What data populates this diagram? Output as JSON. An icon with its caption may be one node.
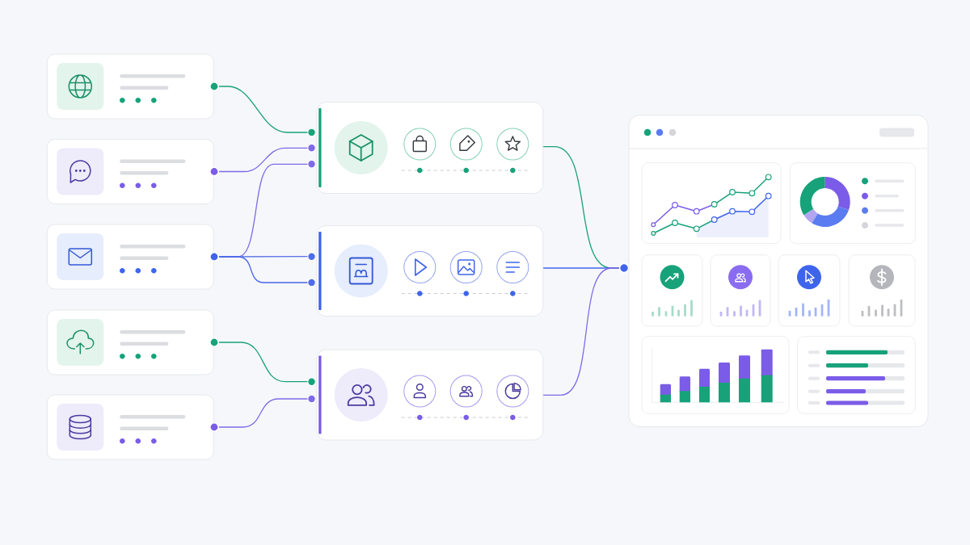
{
  "diagram": {
    "nodes": [
      {
        "text": [],
        "shape": "box"
      },
      {
        "text": [],
        "shape": "box"
      },
      {
        "text": [],
        "shape": "box"
      },
      {
        "text": [],
        "shape": "box"
      },
      {
        "text": [],
        "shape": "box"
      },
      {
        "text": [],
        "shape": "circle"
      },
      {
        "text": [],
        "shape": "circle"
      },
      {
        "text": [],
        "shape": "circle"
      },
      {
        "text": [],
        "shape": "circle"
      },
      {
        "text": [],
        "shape": "circle"
      },
      {
        "text": [],
        "shape": "circle"
      },
      {
        "text": [],
        "shape": "circle"
      },
      {
        "text": [],
        "shape": "circle"
      },
      {
        "text": [],
        "shape": "circle"
      },
      {
        "text": [],
        "shape": "circle"
      },
      {
        "text": [],
        "shape": "circle"
      },
      {
        "text": [],
        "shape": "circle"
      },
      {
        "text": [],
        "shape": "box"
      },
      {
        "text": [],
        "shape": "box"
      },
      {
        "text": [],
        "shape": "box"
      },
      {
        "text": [],
        "shape": "circle"
      },
      {
        "text": [],
        "shape": "box"
      }
    ],
    "edges": [
      {
        "from": 5,
        "to": 10,
        "arrow": "none",
        "color": "#17a27a"
      },
      {
        "from": 6,
        "to": 11,
        "arrow": "none"
      },
      {
        "from": 7,
        "to": 12,
        "arrow": "none"
      },
      {
        "from": 7,
        "to": 13,
        "arrow": "none",
        "color": "#5a72e6"
      },
      {
        "from": 7,
        "to": 14,
        "arrow": "none",
        "color": "#4a66ea"
      },
      {
        "from": 8,
        "to": 15,
        "arrow": "none",
        "color": "#17a27a"
      },
      {
        "from": 9,
        "to": 16,
        "arrow": "none"
      },
      {
        "from": 17,
        "to": 20,
        "arrow": "none",
        "color": "#17a27a"
      },
      {
        "from": 18,
        "to": 20,
        "arrow": "none",
        "color": "#3f64ec"
      },
      {
        "from": 19,
        "to": 20,
        "arrow": "none"
      }
    ]
  }
}
